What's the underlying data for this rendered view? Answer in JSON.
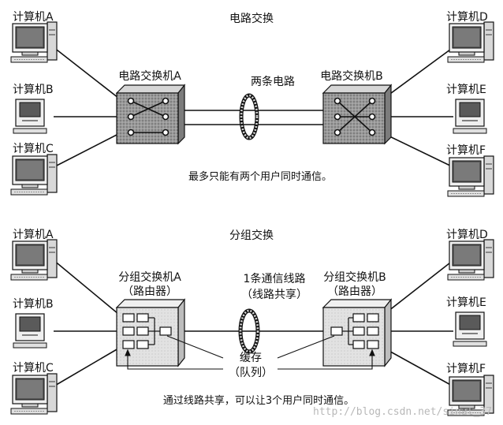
{
  "circuit": {
    "title": "电路交换",
    "switch_a": "电路交换机A",
    "switch_b": "电路交换机B",
    "link_label": "两条电路",
    "note": "最多只能有两个用户同时通信。"
  },
  "packet": {
    "title": "分组交换",
    "switch_a_line1": "分组交换机A",
    "switch_a_line2": "（路由器）",
    "switch_b_line1": "分组交换机B",
    "switch_b_line2": "（路由器）",
    "link_line1": "1条通信线路",
    "link_line2": "（线路共享）",
    "buffer_line1": "缓存",
    "buffer_line2": "（队列）",
    "note": "通过线路共享，可以让3个用户同时通信。"
  },
  "computers": {
    "a": "计算机A",
    "b": "计算机B",
    "c": "计算机C",
    "d": "计算机D",
    "e": "计算机E",
    "f": "计算机F"
  },
  "watermark": "http://blog.csdn.net/sinat_37"
}
